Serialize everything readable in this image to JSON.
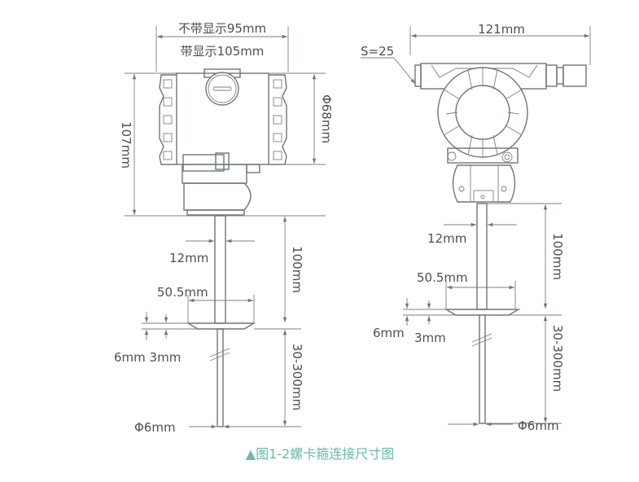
{
  "left_view": {
    "width_no_display": "不带显示95mm",
    "width_with_display": "带显示105mm",
    "height": "107mm",
    "diameter": "Φ68mm",
    "probe_width": "12mm",
    "probe_length": "100mm",
    "flange_width": "50.5mm",
    "flange_thickness": "6mm 3mm",
    "insert_length": "30-300mm",
    "rod_diameter": "Φ6mm"
  },
  "right_view": {
    "width": "121mm",
    "wrench_size": "S=25",
    "probe_width": "12mm",
    "probe_length": "100mm",
    "flange_width": "50.5mm",
    "flange_thickness_a": "6mm",
    "flange_thickness_b": "3mm",
    "insert_length": "30-300mm",
    "rod_diameter": "Φ6mm"
  },
  "caption": "▲图1-2螺卡箍连接尺寸图",
  "colors": {
    "line": "#6f757b",
    "caption": "#6bb8ad"
  }
}
